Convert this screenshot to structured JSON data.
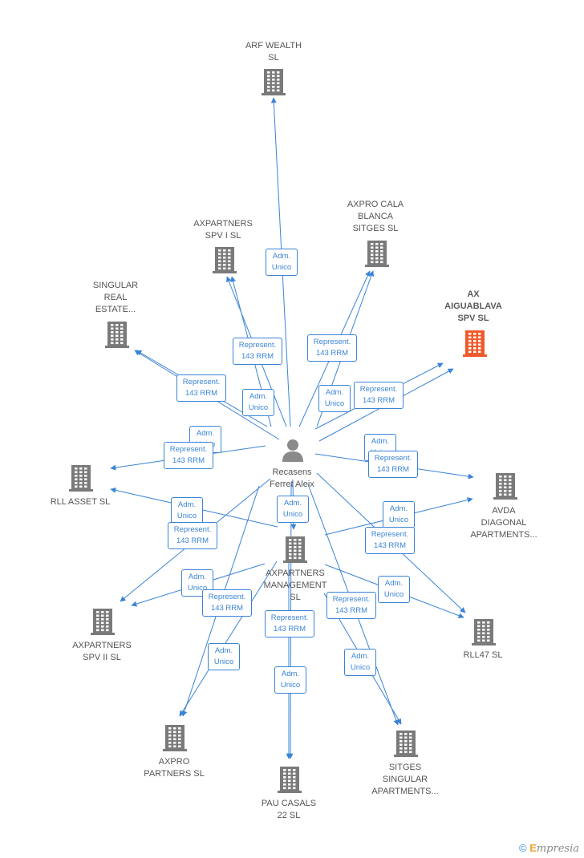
{
  "nodes": [
    {
      "id": "arf",
      "label": "ARF WEALTH\nSL",
      "type": "company"
    },
    {
      "id": "cala",
      "label": "AXPRO CALA\nBLANCA\nSITGES  SL",
      "type": "company"
    },
    {
      "id": "spv1",
      "label": "AXPARTNERS\nSPV I  SL",
      "type": "company"
    },
    {
      "id": "singular",
      "label": "SINGULAR\nREAL\nESTATE...",
      "type": "company"
    },
    {
      "id": "aigua",
      "label": "AX\nAIGUABLAVA\nSPV  SL",
      "type": "company",
      "highlight": true
    },
    {
      "id": "rllasset",
      "label": "RLL ASSET  SL",
      "type": "company"
    },
    {
      "id": "avda",
      "label": "AVDA\nDIAGONAL\nAPARTMENTS...",
      "type": "company"
    },
    {
      "id": "person",
      "label": "Recasens\nFerret Aleix",
      "type": "person"
    },
    {
      "id": "mgmt",
      "label": "AXPARTNERS\nMANAGEMENT\nSL",
      "type": "company"
    },
    {
      "id": "spv2",
      "label": "AXPARTNERS\nSPV II  SL",
      "type": "company"
    },
    {
      "id": "rll47",
      "label": "RLL47  SL",
      "type": "company"
    },
    {
      "id": "axpro",
      "label": "AXPRO\nPARTNERS  SL",
      "type": "company"
    },
    {
      "id": "pau",
      "label": "PAU CASALS\n22  SL",
      "type": "company"
    },
    {
      "id": "sitges",
      "label": "SITGES\nSINGULAR\nAPARTMENTS...",
      "type": "company"
    }
  ],
  "edges": [
    {
      "from": "person",
      "to": "arf",
      "label": "Adm.\nUnico"
    },
    {
      "from": "person",
      "to": "spv1",
      "label": "Represent.\n143 RRM"
    },
    {
      "from": "person",
      "to": "spv1",
      "label": "Adm.\nUnico"
    },
    {
      "from": "person",
      "to": "cala",
      "label": "Represent.\n143 RRM"
    },
    {
      "from": "person",
      "to": "cala",
      "label": "Adm.\nUnico"
    },
    {
      "from": "person",
      "to": "singular",
      "label": "Represent.\n143 RRM"
    },
    {
      "from": "person",
      "to": "singular",
      "label": "Adm.\nUnico"
    },
    {
      "from": "person",
      "to": "aigua",
      "label": "Represent.\n143 RRM"
    },
    {
      "from": "person",
      "to": "aigua",
      "label": "Adm.\nUnico"
    },
    {
      "from": "person",
      "to": "rllasset",
      "label": "Represent.\n143 RRM"
    },
    {
      "from": "person",
      "to": "avda",
      "label": "Represent.\n143 RRM"
    },
    {
      "from": "person",
      "to": "mgmt",
      "label": "Adm.\nUnico"
    },
    {
      "from": "mgmt",
      "to": "rllasset",
      "label": "Adm.\nUnico"
    },
    {
      "from": "mgmt",
      "to": "avda",
      "label": "Adm.\nUnico"
    },
    {
      "from": "person",
      "to": "spv2",
      "label": "Represent.\n143 RRM"
    },
    {
      "from": "mgmt",
      "to": "spv2",
      "label": "Adm.\nUnico"
    },
    {
      "from": "person",
      "to": "rll47",
      "label": "Represent.\n143 RRM"
    },
    {
      "from": "mgmt",
      "to": "rll47",
      "label": "Adm.\nUnico"
    },
    {
      "from": "person",
      "to": "axpro",
      "label": "Represent.\n143 RRM"
    },
    {
      "from": "mgmt",
      "to": "axpro",
      "label": "Adm.\nUnico"
    },
    {
      "from": "person",
      "to": "pau",
      "label": "Represent.\n143 RRM"
    },
    {
      "from": "mgmt",
      "to": "pau",
      "label": "Adm.\nUnico"
    },
    {
      "from": "person",
      "to": "sitges",
      "label": "Represent.\n143 RRM"
    },
    {
      "from": "mgmt",
      "to": "sitges",
      "label": "Adm.\nUnico"
    }
  ],
  "colors": {
    "edge": "#3a84d6",
    "building": "#7a7a7a",
    "highlight": "#f05a2a",
    "person": "#8a8a8a"
  },
  "footer": {
    "copyright": "©",
    "brand_e": "E",
    "brand_rest": "mpresia"
  }
}
